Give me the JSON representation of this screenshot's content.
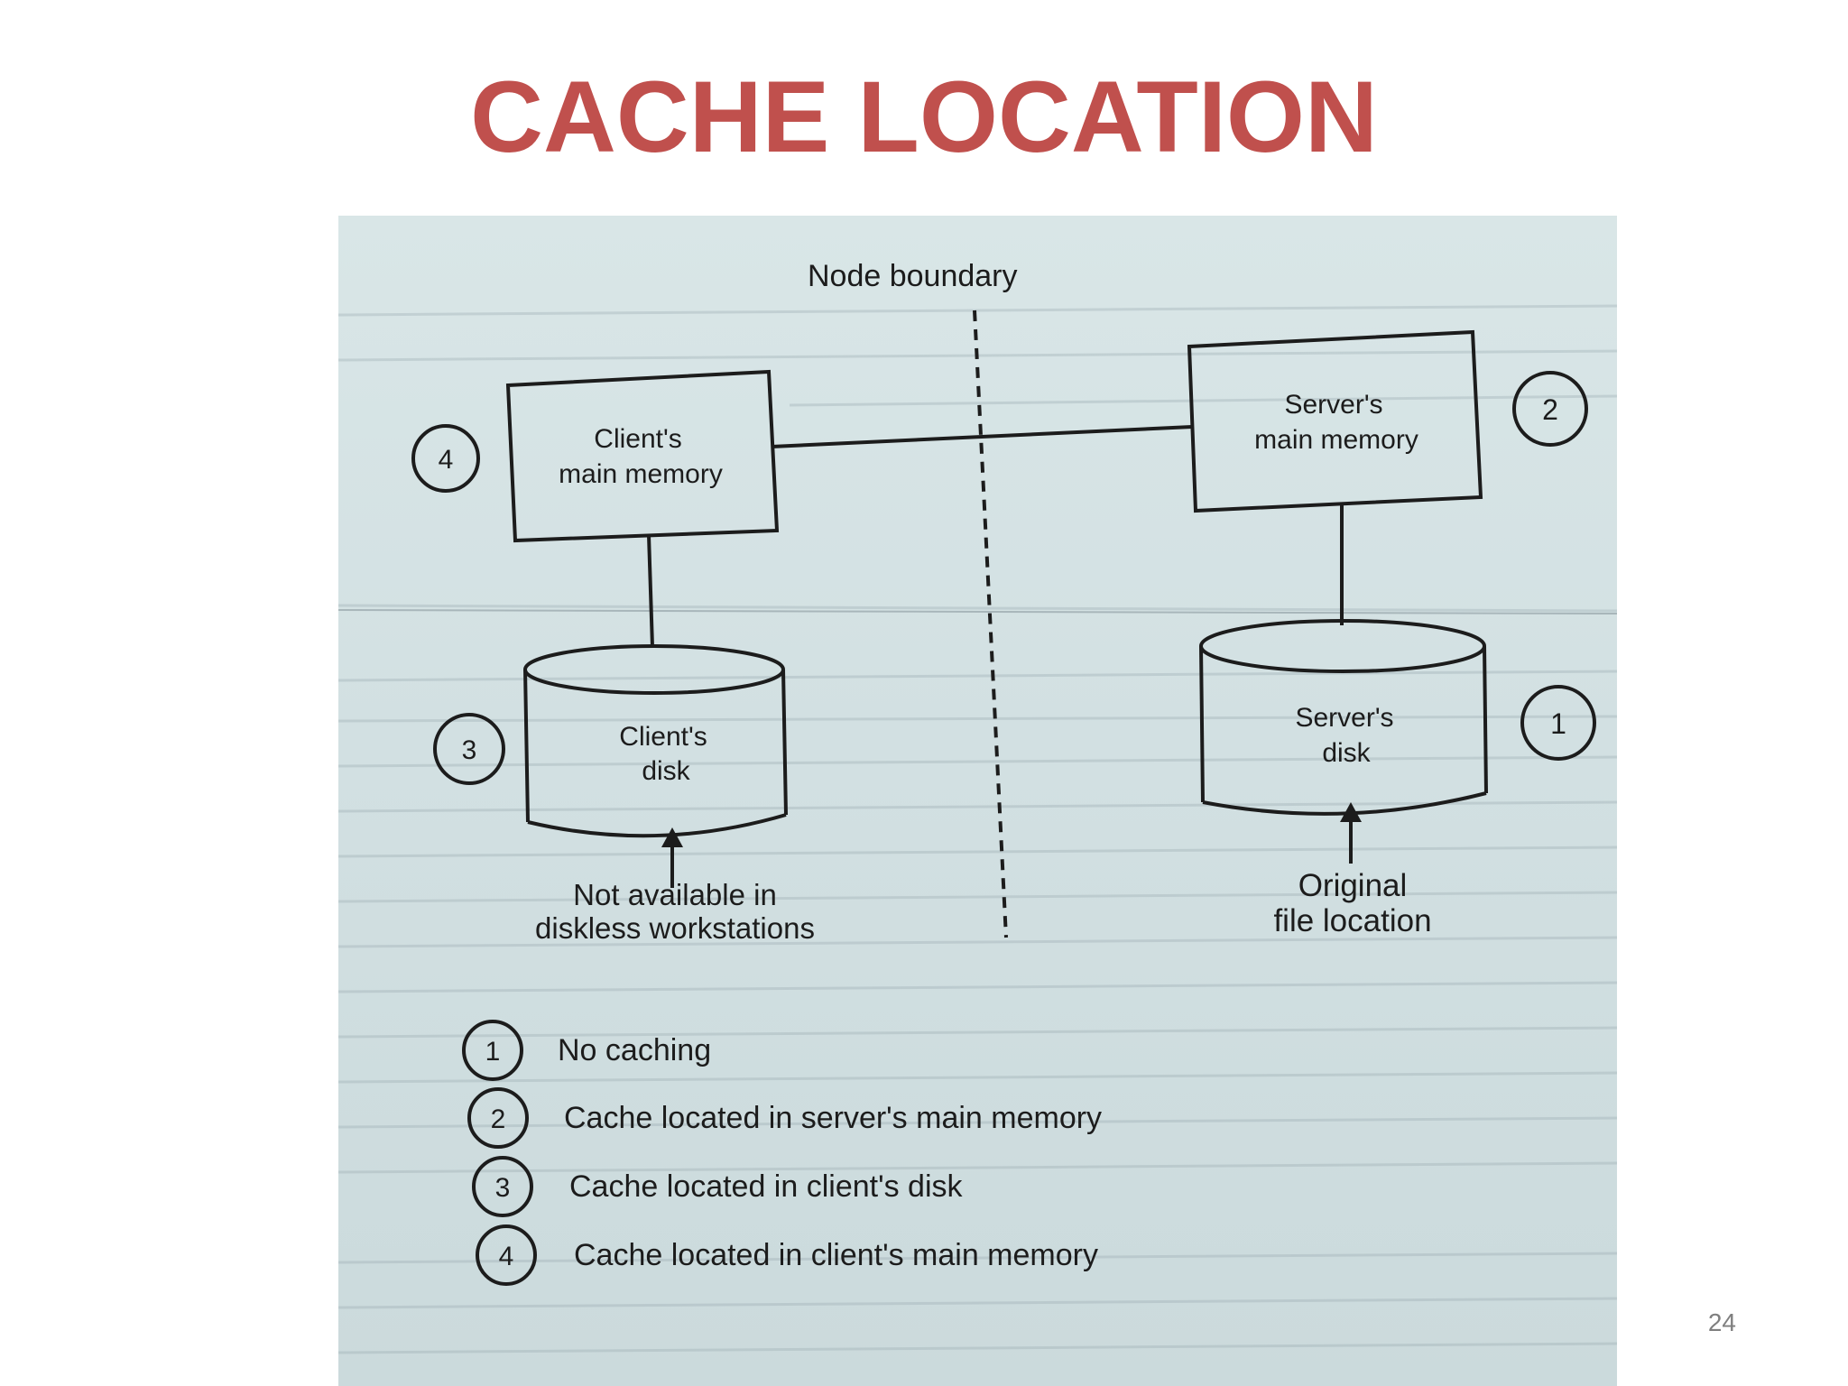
{
  "slide": {
    "title": "CACHE LOCATION",
    "page_number": "24"
  },
  "diagram": {
    "node_boundary_label": "Node boundary",
    "client_memory": {
      "line1": "Client's",
      "line2": "main memory",
      "marker": "4"
    },
    "server_memory": {
      "line1": "Server's",
      "line2": "main memory",
      "marker": "2"
    },
    "client_disk": {
      "line1": "Client's",
      "line2": "disk",
      "marker": "3"
    },
    "server_disk": {
      "line1": "Server's",
      "line2": "disk",
      "marker": "1"
    },
    "client_disk_note": {
      "line1": "Not available in",
      "line2": "diskless workstations"
    },
    "server_disk_note": {
      "line1": "Original",
      "line2": "file location"
    },
    "legend": [
      {
        "marker": "1",
        "text": "No caching"
      },
      {
        "marker": "2",
        "text": "Cache located in server's main memory"
      },
      {
        "marker": "3",
        "text": "Cache located in client's disk"
      },
      {
        "marker": "4",
        "text": "Cache located in client's main memory"
      }
    ]
  },
  "colors": {
    "title": "#c0504d",
    "photo_background": "#d6e3e5",
    "ink": "#1c1c1c"
  }
}
